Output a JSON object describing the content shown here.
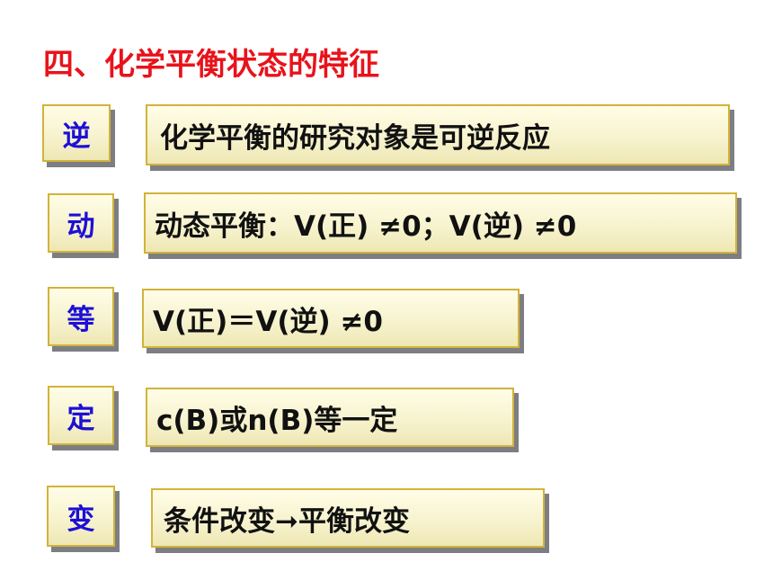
{
  "title": "四、化学平衡状态的特征",
  "rows": [
    {
      "key": "逆",
      "text": "化学平衡的研究对象是可逆反应"
    },
    {
      "key": "动",
      "text": "动态平衡：V(正) ≠0；V(逆) ≠0"
    },
    {
      "key": "等",
      "text": "V(正)＝V(逆) ≠0"
    },
    {
      "key": "定",
      "text": "c(B)或n(B)等一定"
    },
    {
      "key": "变",
      "text": "条件改变➞平衡改变"
    }
  ],
  "colors": {
    "title": "#e8131b",
    "key_text": "#1c0fd6",
    "box_border": "#d2b33a",
    "box_fill": "#f7f3cf",
    "shadow": "#7d7e83"
  }
}
